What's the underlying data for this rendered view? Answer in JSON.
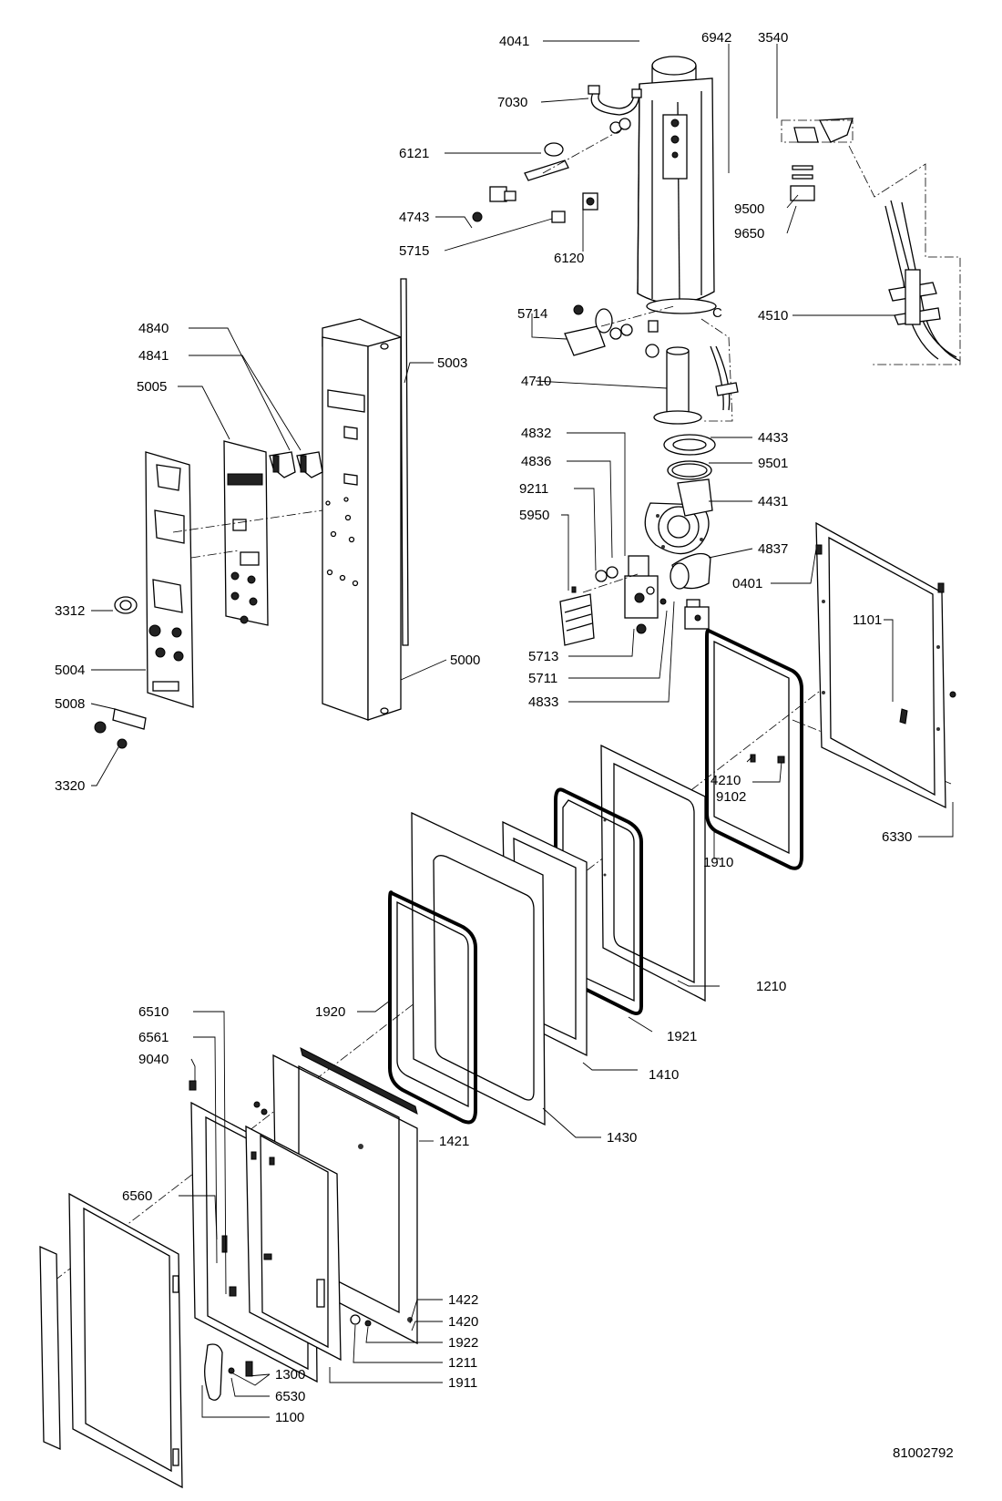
{
  "diagram": {
    "document_number": "81002792",
    "callout_letter": "C",
    "parts": [
      {
        "id": "4041"
      },
      {
        "id": "6942"
      },
      {
        "id": "3540"
      },
      {
        "id": "7030"
      },
      {
        "id": "6121"
      },
      {
        "id": "4743"
      },
      {
        "id": "5715"
      },
      {
        "id": "6120"
      },
      {
        "id": "9500"
      },
      {
        "id": "9650"
      },
      {
        "id": "4510"
      },
      {
        "id": "5714"
      },
      {
        "id": "4710"
      },
      {
        "id": "4840"
      },
      {
        "id": "4841"
      },
      {
        "id": "5005"
      },
      {
        "id": "5003"
      },
      {
        "id": "4832"
      },
      {
        "id": "4433"
      },
      {
        "id": "4836"
      },
      {
        "id": "9501"
      },
      {
        "id": "9211"
      },
      {
        "id": "4431"
      },
      {
        "id": "5950"
      },
      {
        "id": "4837"
      },
      {
        "id": "0401"
      },
      {
        "id": "3312"
      },
      {
        "id": "1101"
      },
      {
        "id": "5713"
      },
      {
        "id": "5004"
      },
      {
        "id": "5000"
      },
      {
        "id": "5711"
      },
      {
        "id": "4833"
      },
      {
        "id": "5008"
      },
      {
        "id": "4210"
      },
      {
        "id": "9102"
      },
      {
        "id": "3320"
      },
      {
        "id": "6330"
      },
      {
        "id": "1910"
      },
      {
        "id": "1210"
      },
      {
        "id": "1920"
      },
      {
        "id": "6510"
      },
      {
        "id": "1921"
      },
      {
        "id": "6561"
      },
      {
        "id": "9040"
      },
      {
        "id": "1410"
      },
      {
        "id": "1430"
      },
      {
        "id": "1421"
      },
      {
        "id": "6560"
      },
      {
        "id": "1422"
      },
      {
        "id": "1420"
      },
      {
        "id": "1922"
      },
      {
        "id": "1211"
      },
      {
        "id": "1300"
      },
      {
        "id": "1911"
      },
      {
        "id": "6530"
      },
      {
        "id": "1100"
      }
    ]
  }
}
